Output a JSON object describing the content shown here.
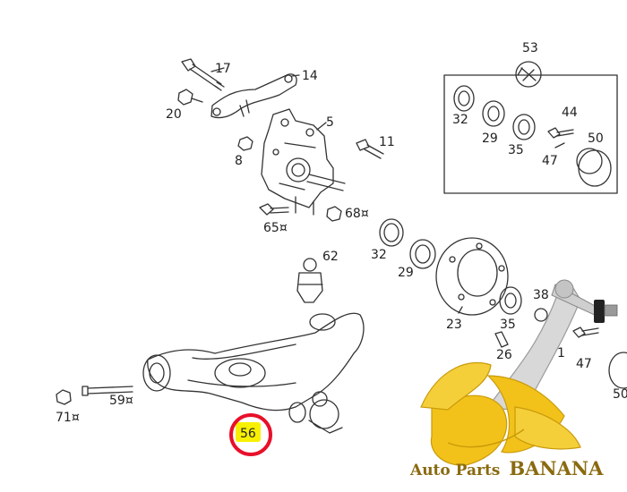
{
  "parts": {
    "p17": "17",
    "p14": "14",
    "p20": "20",
    "p5": "5",
    "p11": "11",
    "p8": "8",
    "p53": "53",
    "p32_box": "32",
    "p29_box": "29",
    "p35_box": "35",
    "p44": "44",
    "p47_box": "47",
    "p50_box": "50",
    "p68": "68¤",
    "p65": "65¤",
    "p62": "62",
    "p32": "32",
    "p29": "29",
    "p23": "23",
    "p35": "35",
    "p38": "38",
    "p26": "26",
    "p1": "1",
    "p47": "47",
    "p50": "50",
    "p59": "59¤",
    "p71": "71¤"
  },
  "highlight": {
    "label": "56",
    "circle_color": "#e8102a",
    "marker_color": "#f7f000"
  },
  "brand": {
    "prefix": "Auto Parts",
    "name": "BANANA",
    "color": "#8a6a10"
  },
  "colors": {
    "line": "#333333",
    "banana": "#f2c21a",
    "banana_dark": "#c99a0a",
    "arm": "#d8d8d8"
  }
}
